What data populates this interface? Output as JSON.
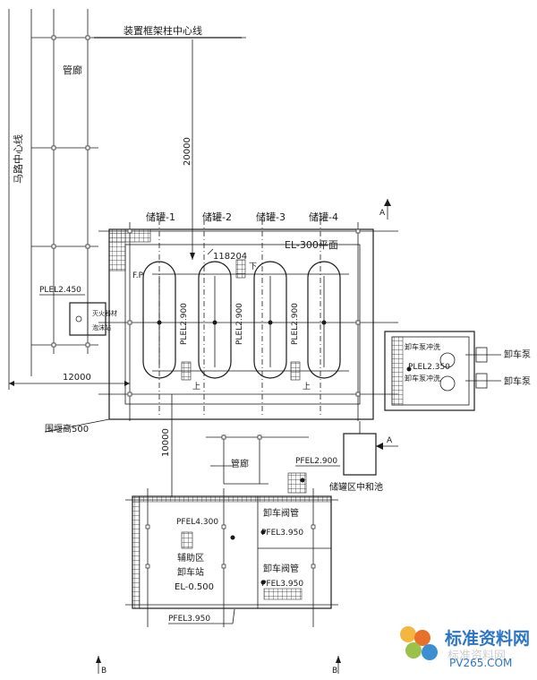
{
  "labels": {
    "frame_centerline": "装置框架柱中心线",
    "pipe_rack_top": "管廊",
    "road_centerline": "马路中心线",
    "dim_20000": "20000",
    "tank1": "储罐-1",
    "tank2": "储罐-2",
    "tank3": "储罐-3",
    "tank4": "储罐-4",
    "section_a_top": "A",
    "ref_118204": "118204",
    "el_300": "EL-300平面",
    "fp": "F.P",
    "plel_left": "PLEL2.450",
    "fire_room": "灭火器材",
    "foam_room": "泡沫站",
    "pfel_tank1": "PLEL2.900",
    "pfel_tank2": "PLEL2.900",
    "pfel_tank3": "PLEL2.900",
    "up1": "上",
    "up2": "上",
    "down": "下",
    "dim_12000": "12000",
    "dike": "围堰高500",
    "dim_10000": "10000",
    "pipe_rack_mid": "管廊",
    "pfel_290": "PFEL2.900",
    "neutral_pool": "储罐区中和池",
    "section_a_mid": "A",
    "unload_flush_top": "卸车泵冲洗",
    "plel_2350": "PLEL2.350",
    "unload_flush_bottom": "卸车泵冲洗",
    "pump1": "卸车泵",
    "pump2": "卸车泵",
    "pfel_430": "PFEL4.300",
    "unload_valve_top": "卸车阀管",
    "pfel_3950_a": "PFEL3.950",
    "aux_area": "辅助区",
    "unload_station": "卸车站",
    "el_0500": "EL-0.500",
    "unload_valve_bottom": "卸车阀管",
    "pfel_3950_b": "PFEL3.950",
    "pfel_3950_c": "PFEL3.950",
    "section_b_left": "B",
    "section_b_right": "B",
    "watermark_cn": "标准资料网",
    "watermark_en": "PV265.COM",
    "watermark_shadow": "标准资料网"
  }
}
